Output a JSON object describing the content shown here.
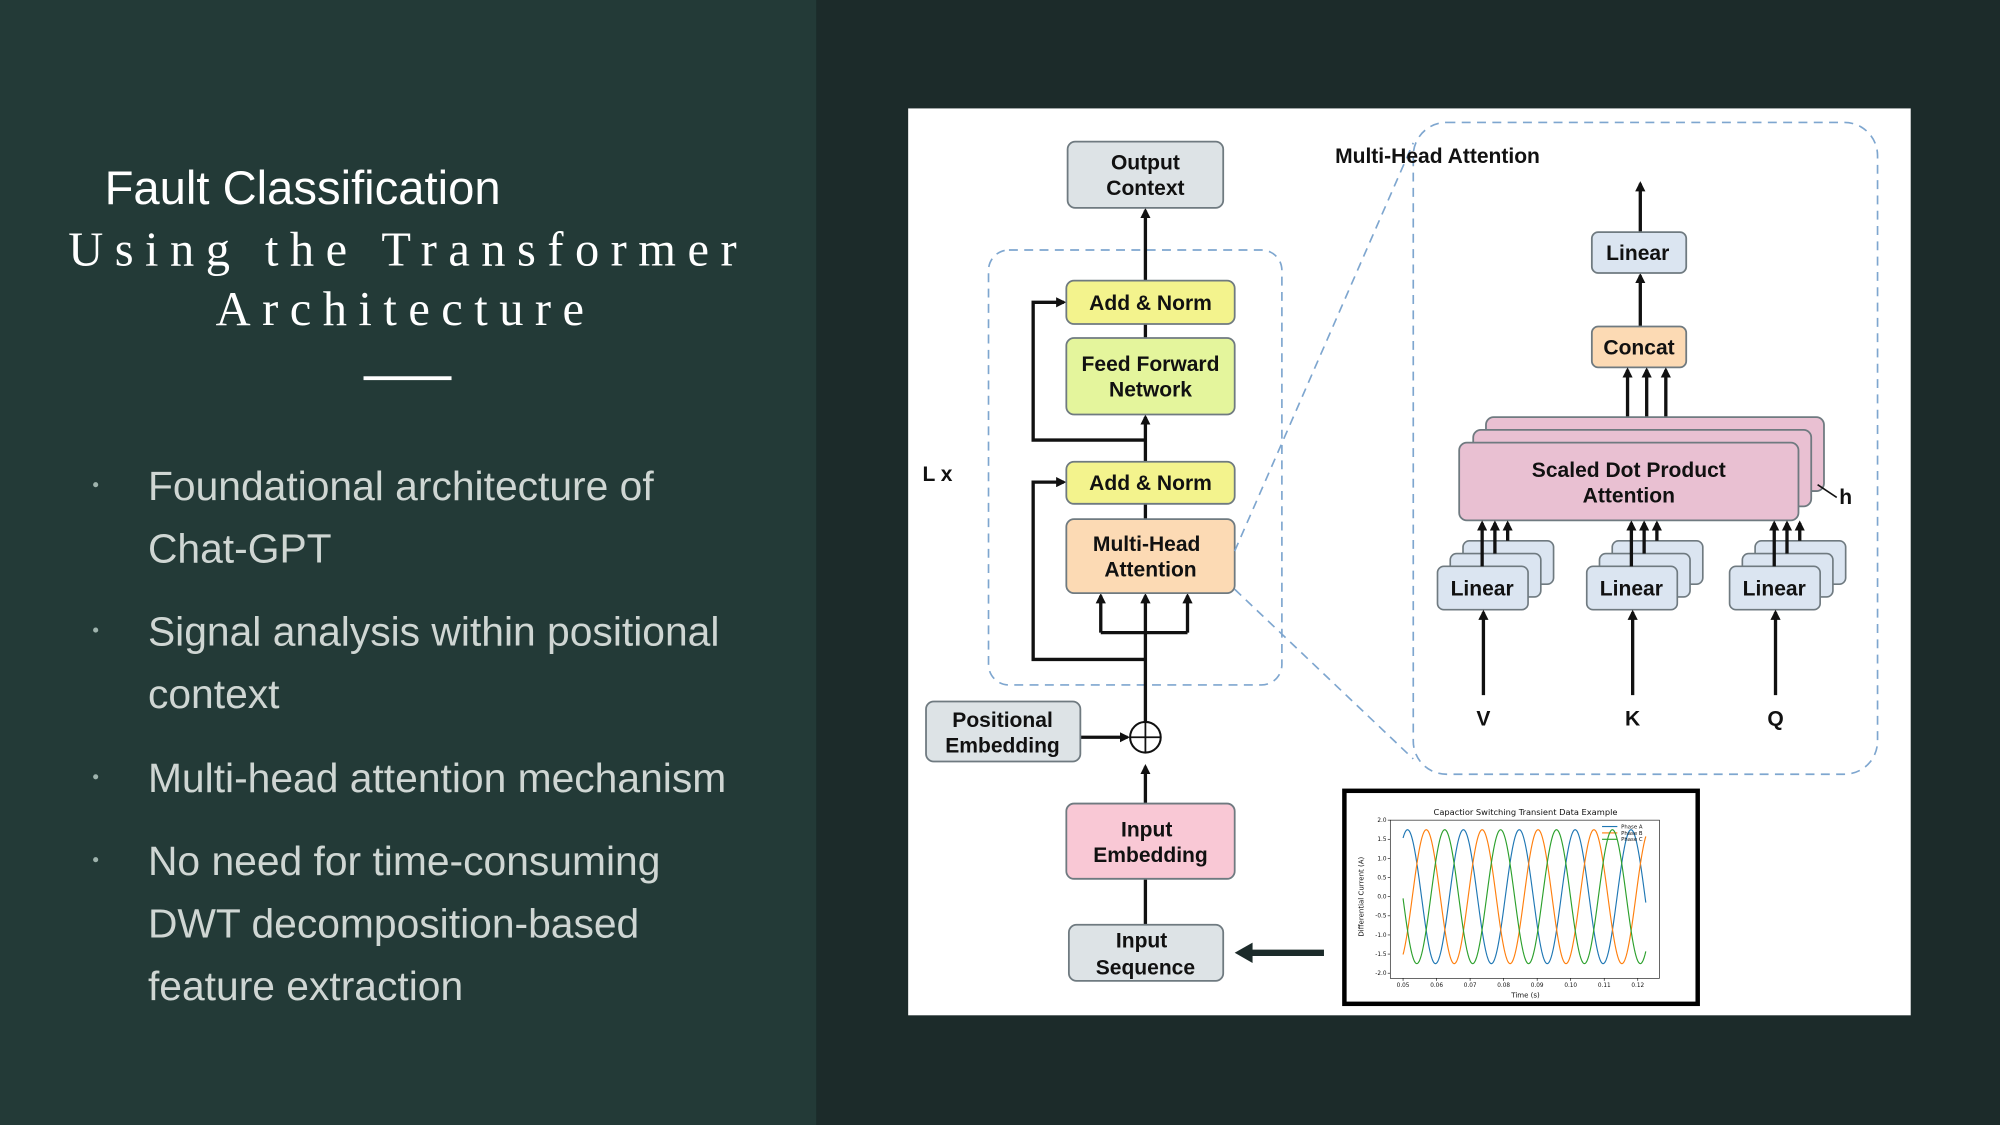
{
  "slide": {
    "title_line1": "Fault Classification",
    "title_line2": "Using the Transformer",
    "title_line3": "Architecture",
    "bullets": [
      [
        "Foundational architecture of",
        "Chat-GPT"
      ],
      [
        "Signal analysis within positional",
        "context"
      ],
      [
        "Multi-head attention mechanism"
      ],
      [
        "No need for time-consuming",
        "DWT decomposition-based",
        "feature extraction"
      ]
    ],
    "colors": {
      "left_panel": "#233a37",
      "right_panel": "#1c2b2a",
      "text": "#ffffff",
      "bullet_text": "#cfd6d3"
    }
  },
  "diagram": {
    "output_context": [
      "Output",
      "Context"
    ],
    "add_norm": "Add & Norm",
    "feed_forward": [
      "Feed Forward",
      "Network"
    ],
    "multi_head": [
      "Multi-Head",
      "Attention"
    ],
    "repeat_label": "L x",
    "positional_embedding": [
      "Positional",
      "Embedding"
    ],
    "input_embedding": [
      "Input",
      "Embedding"
    ],
    "input_sequence": [
      "Input",
      "Sequence"
    ],
    "mha_detail_title": "Multi-Head Attention",
    "linear": "Linear",
    "concat": "Concat",
    "sdpa": [
      "Scaled Dot Product",
      "Attention"
    ],
    "heads_label": "h",
    "inputs": [
      "V",
      "K",
      "Q"
    ],
    "colors": {
      "yellow": "#f3f38d",
      "green": "#e4f59c",
      "orange": "#fcdab4",
      "pink": "#f9c8d5",
      "gray": "#dde3e6",
      "blue": "#dbe5f1",
      "sdpa": "#e9c0d2"
    }
  },
  "chart_data": {
    "type": "line",
    "title": "Capactior Switching Transient Data Example",
    "xlabel": "Time (s)",
    "ylabel": "Differential Current (A)",
    "xlim": [
      0.047,
      0.125
    ],
    "ylim": [
      -2.1,
      2.1
    ],
    "xticks": [
      "0.05",
      "0.06",
      "0.07",
      "0.08",
      "0.09",
      "0.10",
      "0.11",
      "0.12"
    ],
    "yticks": [
      "2.0",
      "1.5",
      "1.0",
      "0.5",
      "0.0",
      "-0.5",
      "-1.0",
      "-1.5",
      "-2.0"
    ],
    "x_start": 0.05,
    "x_end": 0.1225,
    "legend": "top-right",
    "series": [
      {
        "name": "Phase A",
        "color": "#1f77b4",
        "amplitude": 1.75,
        "frequency_hz": 60,
        "peak_time": 0.068
      },
      {
        "name": "Phase B",
        "color": "#ff7f0e",
        "amplitude": 1.75,
        "frequency_hz": 60,
        "peak_time": 0.0736
      },
      {
        "name": "Phase C",
        "color": "#2ca02c",
        "amplitude": 1.75,
        "frequency_hz": 60,
        "peak_time": 0.0791
      }
    ]
  }
}
